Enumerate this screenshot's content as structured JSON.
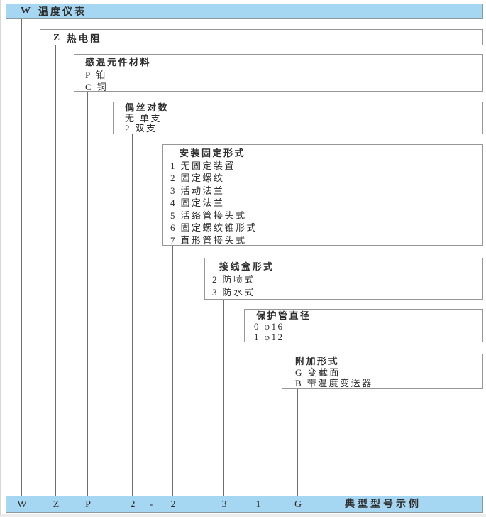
{
  "colors": {
    "bar_blue": "#a6d7f2",
    "box_border": "#979797",
    "line_gray": "#6e6e6e",
    "text": "#2e2e2e"
  },
  "root": {
    "code": "W",
    "label": "温度仪表"
  },
  "level2": {
    "code": "Z",
    "label": "热电阻"
  },
  "boxes": [
    {
      "title": "感温元件材料",
      "items": [
        {
          "code": "P",
          "label": "铂"
        },
        {
          "code": "C",
          "label": "铜"
        }
      ]
    },
    {
      "title": "偶丝对数",
      "items": [
        {
          "code": "无",
          "label": "单支"
        },
        {
          "code": "2",
          "label": "双支"
        }
      ]
    },
    {
      "title": "安装固定形式",
      "items": [
        {
          "code": "1",
          "label": "无固定装置"
        },
        {
          "code": "2",
          "label": "固定螺纹"
        },
        {
          "code": "3",
          "label": "活动法兰"
        },
        {
          "code": "4",
          "label": "固定法兰"
        },
        {
          "code": "5",
          "label": "活络管接头式"
        },
        {
          "code": "6",
          "label": "固定螺纹锥形式"
        },
        {
          "code": "7",
          "label": "直形管接头式"
        }
      ]
    },
    {
      "title": "接线盒形式",
      "items": [
        {
          "code": "2",
          "label": "防喷式"
        },
        {
          "code": "3",
          "label": "防水式"
        }
      ]
    },
    {
      "title": "保护管直径",
      "items": [
        {
          "code": "0",
          "label": "φ16"
        },
        {
          "code": "1",
          "label": "φ12"
        }
      ]
    },
    {
      "title": "附加形式",
      "items": [
        {
          "code": "G",
          "label": "变截面"
        },
        {
          "code": "B",
          "label": "带温度变送器"
        }
      ]
    }
  ],
  "example_bar": {
    "codes": [
      "W",
      "Z",
      "P",
      "2",
      "-",
      "2",
      "3",
      "1",
      "G"
    ],
    "caption": "典型型号示例"
  }
}
